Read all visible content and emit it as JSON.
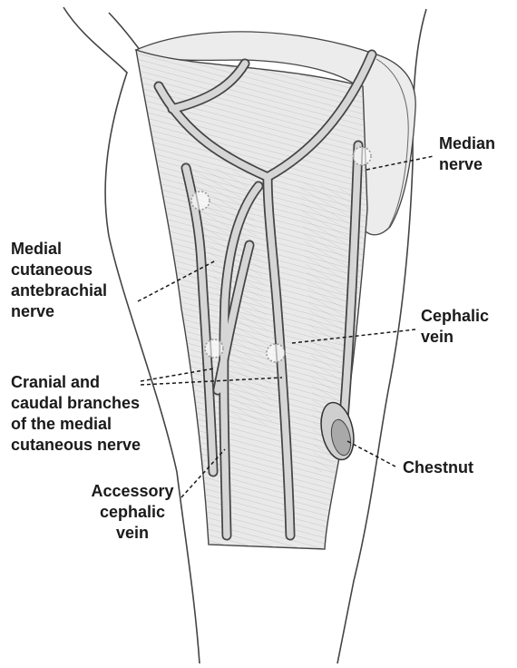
{
  "labels": {
    "median_nerve": "Median\nnerve",
    "medial_cutaneous_antebrachial_nerve": "Medial\ncutaneous\nantebrachial\nnerve",
    "cephalic_vein": "Cephalic\nvein",
    "cranial_caudal_branches": "Cranial and\ncaudal branches\nof the medial\ncutaneous nerve",
    "chestnut": "Chestnut",
    "accessory_cephalic_vein": "Accessory\ncephalic\nvein"
  },
  "colors": {
    "ink": "#1a1a1a",
    "line": "#3a3a3a",
    "vessel_fill": "#d9d9d9",
    "muscle_fill": "#e6e6e6",
    "skin_fill": "#f7f7f7",
    "marker": "#b0b0b0"
  }
}
